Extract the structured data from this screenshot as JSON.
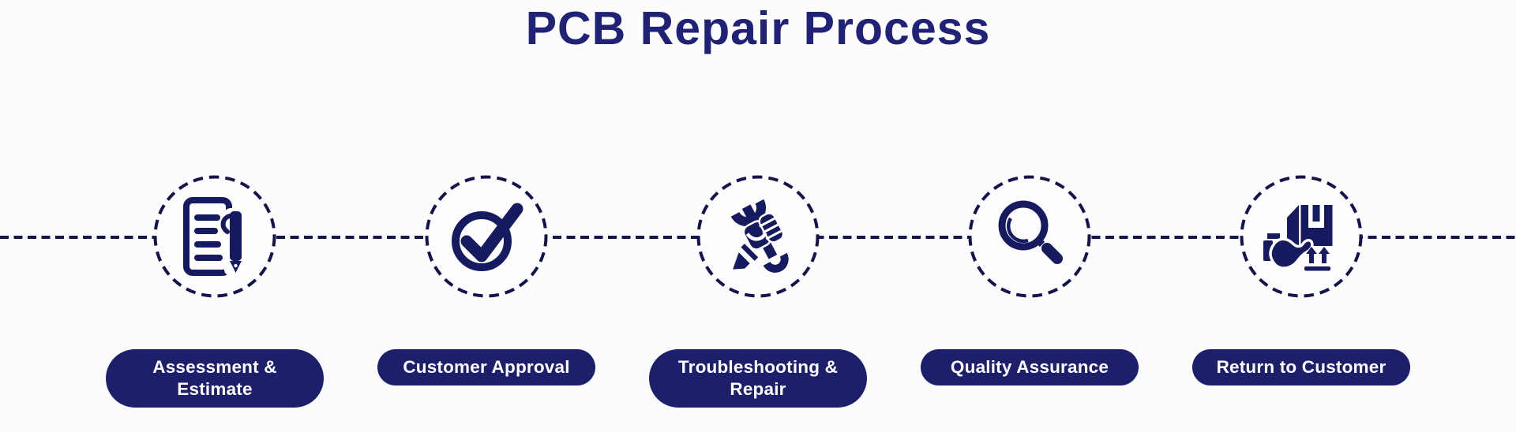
{
  "title": "PCB Repair Process",
  "colors": {
    "background": "#fcfcfc",
    "title": "#1f2276",
    "navy_icon": "#161a5e",
    "pill_background": "#1e1f6b",
    "pill_text": "#ffffff",
    "dashed_line": "#14144d"
  },
  "steps": [
    {
      "label": "Assessment & Estimate",
      "icon": "document-pen-icon"
    },
    {
      "label": "Customer Approval",
      "icon": "checkmark-circle-icon"
    },
    {
      "label": "Troubleshooting & Repair",
      "icon": "wrench-in-fist-icon"
    },
    {
      "label": "Quality Assurance",
      "icon": "magnifying-glass-icon"
    },
    {
      "label": "Return to Customer",
      "icon": "package-in-hand-icon"
    }
  ]
}
